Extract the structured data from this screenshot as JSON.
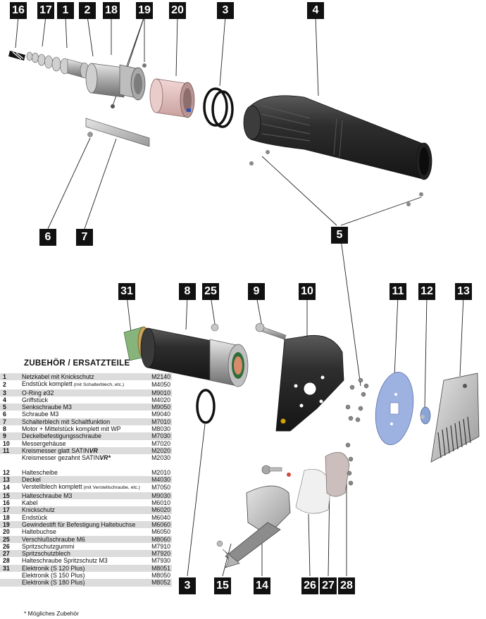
{
  "callouts": [
    {
      "id": "c16",
      "label": "16"
    },
    {
      "id": "c17",
      "label": "17"
    },
    {
      "id": "c1",
      "label": "1"
    },
    {
      "id": "c2",
      "label": "2"
    },
    {
      "id": "c18",
      "label": "18"
    },
    {
      "id": "c19",
      "label": "19"
    },
    {
      "id": "c20",
      "label": "20"
    },
    {
      "id": "c3a",
      "label": "3"
    },
    {
      "id": "c4",
      "label": "4"
    },
    {
      "id": "c6",
      "label": "6"
    },
    {
      "id": "c7",
      "label": "7"
    },
    {
      "id": "c5",
      "label": "5"
    },
    {
      "id": "c31",
      "label": "31"
    },
    {
      "id": "c8",
      "label": "8"
    },
    {
      "id": "c25",
      "label": "25"
    },
    {
      "id": "c9",
      "label": "9"
    },
    {
      "id": "c10",
      "label": "10"
    },
    {
      "id": "c11",
      "label": "11"
    },
    {
      "id": "c12",
      "label": "12"
    },
    {
      "id": "c13",
      "label": "13"
    },
    {
      "id": "c3b",
      "label": "3"
    },
    {
      "id": "c15",
      "label": "15"
    },
    {
      "id": "c14",
      "label": "14"
    },
    {
      "id": "c26",
      "label": "26"
    },
    {
      "id": "c27",
      "label": "27"
    },
    {
      "id": "c28",
      "label": "28"
    }
  ],
  "parts_list": {
    "title": "ZUBEHÖR / ERSATZTEILE",
    "rows": [
      {
        "num": "1",
        "name": "Netzkabel mit Knickschutz",
        "code": "M2140",
        "shade": true
      },
      {
        "num": "2",
        "name": "Endstück komplett",
        "note": "(mit Schalterblech, etc.)",
        "code": "M4050",
        "shade": false
      },
      {
        "num": "3",
        "name": "O-Ring ø32",
        "code": "M9010",
        "shade": true
      },
      {
        "num": "4",
        "name": "Griffstück",
        "code": "M4020",
        "shade": false
      },
      {
        "num": "5",
        "name": "Senkschraube M3",
        "code": "M9050",
        "shade": true
      },
      {
        "num": "6",
        "name": "Schraube M3",
        "code": "M9040",
        "shade": false
      },
      {
        "num": "7",
        "name": "Schalterblech mit Schaltfunktion",
        "code": "M7010",
        "shade": true
      },
      {
        "num": "8",
        "name": "Motor + Mittelstück komplett mit WP",
        "code": "M8030",
        "shade": false
      },
      {
        "num": "9",
        "name": "Deckelbefestigungsschraube",
        "code": "M7030",
        "shade": true
      },
      {
        "num": "10",
        "name": "Messergehäuse",
        "code": "M7020",
        "shade": false
      },
      {
        "num": "11",
        "name": "Kreismesser glatt SATIN",
        "brand": "VR",
        "code": "M2020",
        "shade": true
      },
      {
        "num": "",
        "name": "Kreismesser gezahnt SATIN",
        "brand": "VR*",
        "code": "M2030",
        "shade": false
      },
      {
        "gap": true
      },
      {
        "num": "12",
        "name": "Haltescheibe",
        "code": "M2010",
        "shade": false
      },
      {
        "num": "13",
        "name": "Deckel",
        "code": "M4030",
        "shade": true
      },
      {
        "num": "14",
        "name": "Verstellblech komplett",
        "note": "(mit Verstellschraube, etc.)",
        "code": "M7050",
        "shade": false
      },
      {
        "num": "15",
        "name": "Halteschraube M3",
        "code": "M9030",
        "shade": true
      },
      {
        "num": "16",
        "name": "Kabel",
        "code": "M6010",
        "shade": false
      },
      {
        "num": "17",
        "name": "Knickschutz",
        "code": "M6020",
        "shade": true
      },
      {
        "num": "18",
        "name": "Endstück",
        "code": "M6040",
        "shade": false
      },
      {
        "num": "19",
        "name": "Gewindestift für Befestigung Haltebuchse",
        "code": "M6060",
        "shade": true
      },
      {
        "num": "20",
        "name": "Haltebuchse",
        "code": "M6050",
        "shade": false
      },
      {
        "num": "25",
        "name": "Verschlußschraube M6",
        "code": "M8060",
        "shade": true
      },
      {
        "num": "26",
        "name": "Spritzschutzgummi",
        "code": "M7910",
        "shade": false
      },
      {
        "num": "27",
        "name": "Spritzschutzblech",
        "code": "M7920",
        "shade": true
      },
      {
        "num": "28",
        "name": "Halteschraube Spritzschutz M3",
        "code": "M7930",
        "shade": false
      },
      {
        "num": "31",
        "name": "Elektronik (S 120 Plus)",
        "code": "M8051",
        "shade": true
      },
      {
        "num": "",
        "name": "Elektronik (S 150 Plus)",
        "code": "M8050",
        "shade": false
      },
      {
        "num": "",
        "name": "Elektronik (S 180 Plus)",
        "code": "M8052",
        "shade": true
      }
    ],
    "footnote": "* Mögliches Zubehör"
  },
  "colors": {
    "shade": "#dcdcdc",
    "badge": "#111111",
    "part_dark": "#2b2b2b",
    "part_metal": "#b8b8b8",
    "part_pink": "#e6c4c2",
    "part_green": "#7faa6f",
    "part_blue": "#8aa4d6"
  }
}
